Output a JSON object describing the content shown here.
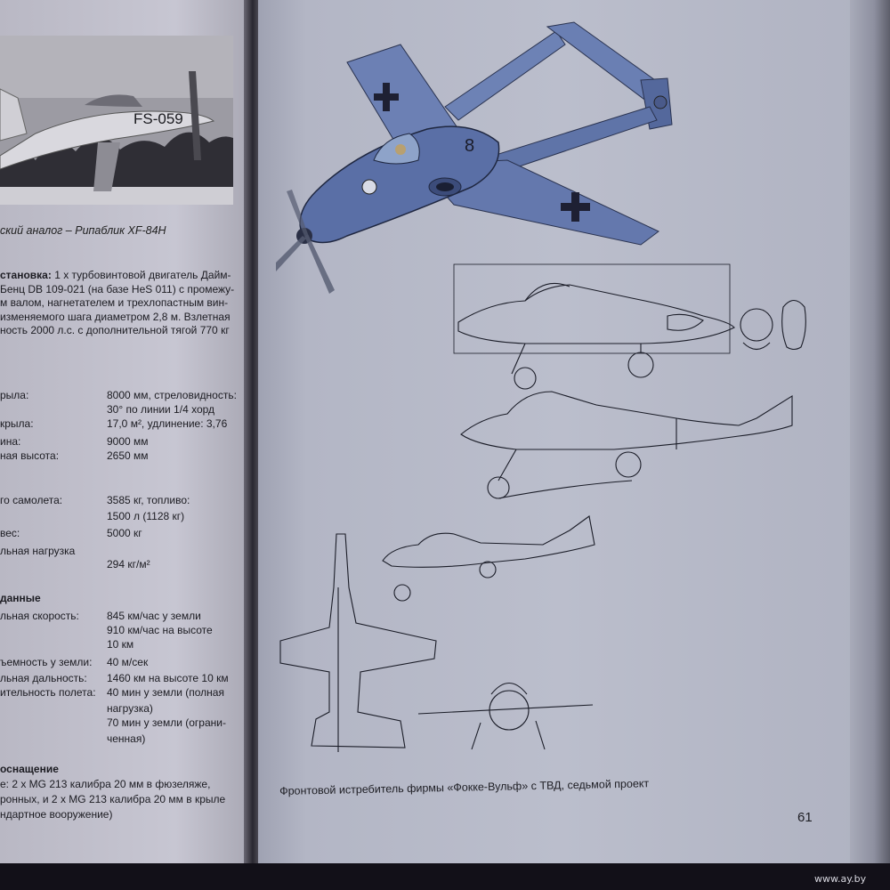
{
  "left_page": {
    "photo": {
      "tail_code": "FS-059"
    },
    "photo_caption": "ский аналог – Рипаблик XF-84H",
    "engine_lines": [
      {
        "bold": "становка:",
        "text": " 1 х турбовинтовой двигатель Дайм-"
      },
      {
        "bold": "",
        "text": "Бенц DB 109-021 (на базе HeS 011) с промежу-"
      },
      {
        "bold": "",
        "text": "м валом, нагнетателем и трехлопастным вин-"
      },
      {
        "bold": "",
        "text": "изменяемого шага диаметром 2,8 м. Взлетная"
      },
      {
        "bold": "",
        "text": "ность 2000 л.с. с дополнительной тягой 770 кг"
      }
    ],
    "specs": [
      {
        "label": "рыла:",
        "value": "8000 мм, стреловидность:"
      },
      {
        "label": "",
        "value": "30° по линии 1/4 хорд"
      },
      {
        "label": "крыла:",
        "value": "17,0 м², удлинение: 3,76"
      },
      {
        "label": "ина:",
        "value": "9000 мм"
      },
      {
        "label": "ная высота:",
        "value": "2650 мм"
      },
      {
        "label": "го самолета:",
        "value": "3585 кг, топливо:"
      },
      {
        "label": "",
        "value": "1500 л (1128 кг)"
      },
      {
        "label": "вес:",
        "value": "5000 кг"
      },
      {
        "label": "льная нагрузка",
        "value": ""
      },
      {
        "label": "",
        "value": "294 кг/м²"
      },
      {
        "label": "данные",
        "value": ""
      },
      {
        "label": "льная скорость:",
        "value": "845 км/час у земли"
      },
      {
        "label": "",
        "value": "910 км/час на высоте"
      },
      {
        "label": "",
        "value": "10 км"
      },
      {
        "label": "ъемность у земли:",
        "value": "40 м/сек"
      },
      {
        "label": "льная дальность:",
        "value": "1460 км на высоте 10 км"
      },
      {
        "label": "ительность полета:",
        "value": "40 мин у земли (полная"
      },
      {
        "label": "",
        "value": "нагрузка)"
      },
      {
        "label": "",
        "value": "70 мин у земли (ограни-"
      },
      {
        "label": "",
        "value": "ченная)"
      }
    ],
    "armament_title": "оснащение",
    "armament_lines": [
      "е: 2 х MG 213 калибра 20 мм в фюзеляже,",
      "ронных, и 2 х MG 213 калибра 20 мм в крыле",
      "ндартное вооружение)"
    ]
  },
  "right_page": {
    "figure_caption": "Фронтовой истребитель фирмы «Фокке-Вульф» с ТВД, седьмой проект",
    "page_number": "61",
    "aircraft_marking": "8"
  },
  "watermark": "www.ay.by",
  "colors": {
    "aircraft_blue": "#5d72a6",
    "aircraft_dark": "#3c4c7a",
    "page_right": "#b6b9c8",
    "page_left": "#c3c2ce"
  }
}
